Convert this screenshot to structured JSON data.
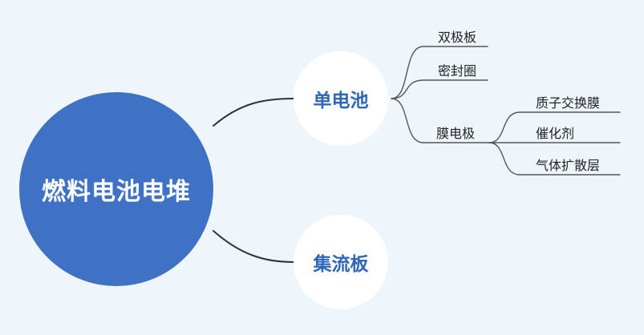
{
  "root": {
    "label": "燃料电池电堆"
  },
  "branches": [
    {
      "label": "单电池",
      "children": [
        {
          "label": "双极板"
        },
        {
          "label": "密封圈"
        },
        {
          "label": "膜电极",
          "children": [
            {
              "label": "质子交换膜"
            },
            {
              "label": "催化剂"
            },
            {
              "label": "气体扩散层"
            }
          ]
        }
      ]
    },
    {
      "label": "集流板"
    }
  ],
  "colors": {
    "background": "#eef6fb",
    "root_fill": "#3f72c4",
    "branch_fill": "#ffffff",
    "branch_text": "#2f67b8",
    "connector": "#333333"
  }
}
